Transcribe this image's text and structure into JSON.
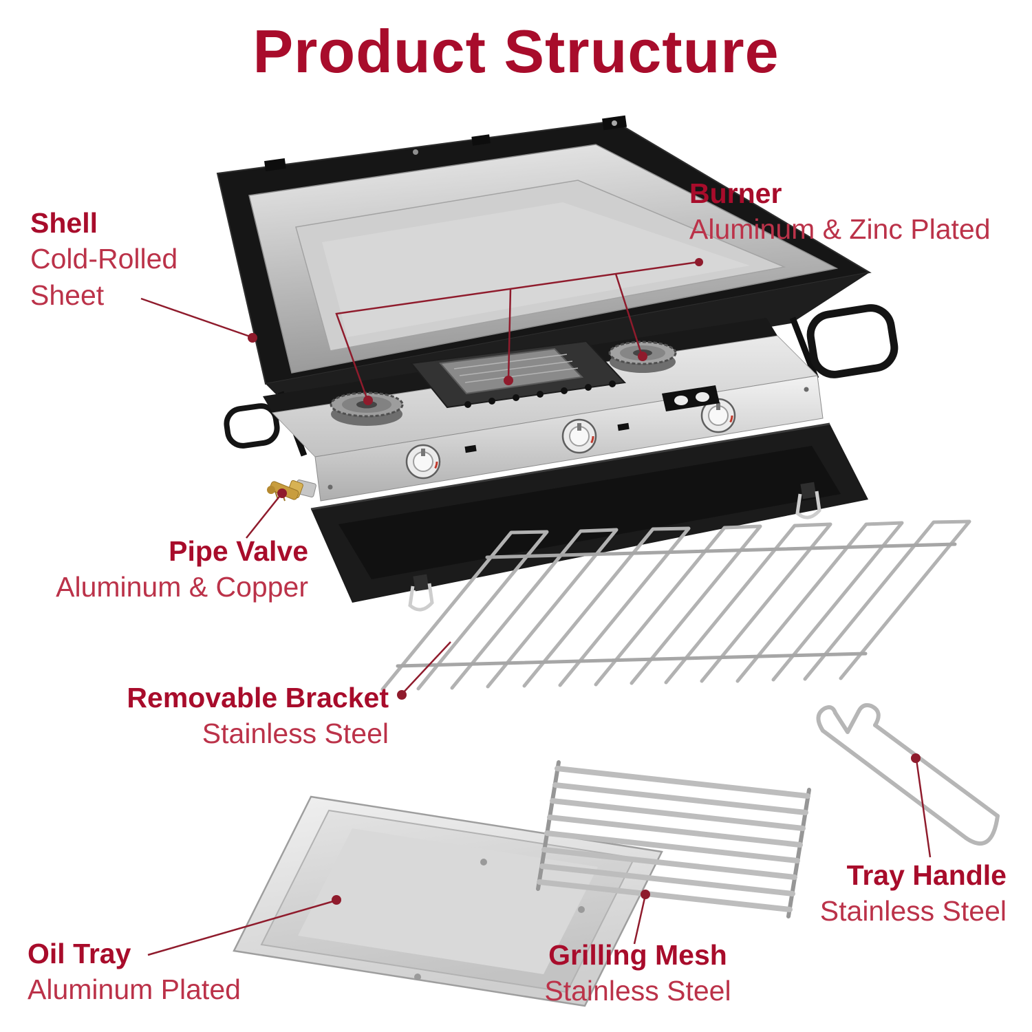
{
  "title": "Product Structure",
  "colors": {
    "accent": "#a80c2b",
    "subtext": "#bb3249",
    "leader": "#8f1b2c",
    "background": "#ffffff"
  },
  "labels": {
    "shell": {
      "name": "Shell",
      "desc_line1": "Cold-Rolled",
      "desc_line2": "Sheet"
    },
    "burner": {
      "name": "Burner",
      "desc": "Aluminum & Zinc Plated"
    },
    "pipe_valve": {
      "name": "Pipe Valve",
      "desc": "Aluminum & Copper"
    },
    "removable_bracket": {
      "name": "Removable Bracket",
      "desc": "Stainless Steel"
    },
    "oil_tray": {
      "name": "Oil Tray",
      "desc": "Aluminum Plated"
    },
    "grilling_mesh": {
      "name": "Grilling Mesh",
      "desc": "Stainless Steel"
    },
    "tray_handle": {
      "name": "Tray Handle",
      "desc": "Stainless Steel"
    }
  }
}
